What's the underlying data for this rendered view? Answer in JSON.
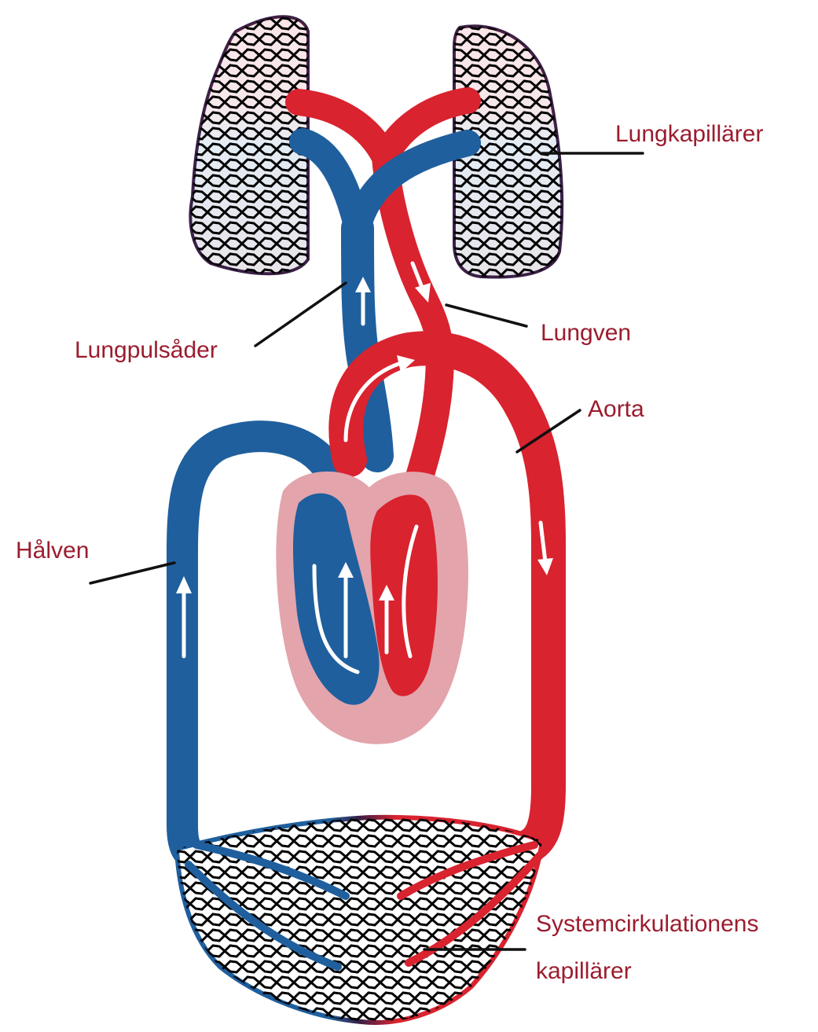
{
  "labels": {
    "lung_capillaries": "Lungkapillärer",
    "pulmonary_artery": "Lungpulsåder",
    "pulmonary_vein": "Lungven",
    "aorta": "Aorta",
    "vena_cava": "Hålven",
    "systemic_capillaries_line1": "Systemcirkulationens",
    "systemic_capillaries_line2": "kapillärer"
  },
  "colors": {
    "oxygen_poor": "#1f5f9e",
    "oxygen_rich": "#d9232f",
    "heart_muscle": "#e3a4ac",
    "label_text": "#9b1c2e",
    "capillary_dark": "#3a1f45"
  }
}
